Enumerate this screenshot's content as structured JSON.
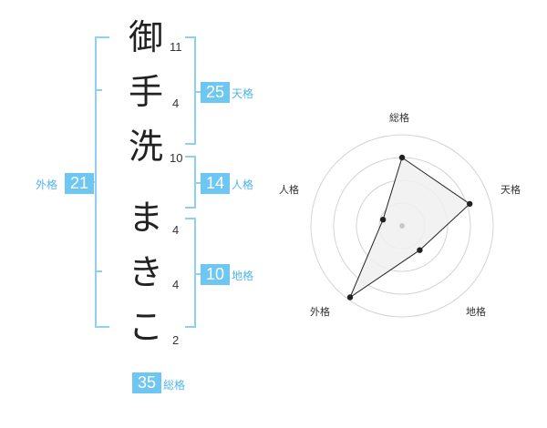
{
  "name_chars": [
    {
      "char": "御",
      "strokes": "11"
    },
    {
      "char": "手",
      "strokes": "4"
    },
    {
      "char": "洗",
      "strokes": "10"
    },
    {
      "char": "ま",
      "strokes": "4"
    },
    {
      "char": "き",
      "strokes": "4"
    },
    {
      "char": "こ",
      "strokes": "2"
    }
  ],
  "kaku": {
    "tenkaku": {
      "value": "25",
      "label": "天格"
    },
    "jinkaku": {
      "value": "14",
      "label": "人格"
    },
    "chikaku": {
      "value": "10",
      "label": "地格"
    },
    "gaikaku": {
      "value": "21",
      "label": "外格"
    },
    "soukaku": {
      "value": "35",
      "label": "総格"
    }
  },
  "colors": {
    "accent": "#6ec6f2",
    "accent_text": "#4fb6ea",
    "bracket": "#8fd0f2",
    "grid": "#d4d4d4",
    "polygon_fill": "#f0f0f0",
    "polygon_stroke": "#222222",
    "center_dot": "#c8c8c8"
  },
  "chart_data": {
    "type": "radar",
    "axes": [
      "総格",
      "天格",
      "地格",
      "外格",
      "人格"
    ],
    "values": [
      0.75,
      0.78,
      0.33,
      0.97,
      0.22
    ],
    "range": [
      0,
      1
    ],
    "rings": 4,
    "grid": true
  }
}
